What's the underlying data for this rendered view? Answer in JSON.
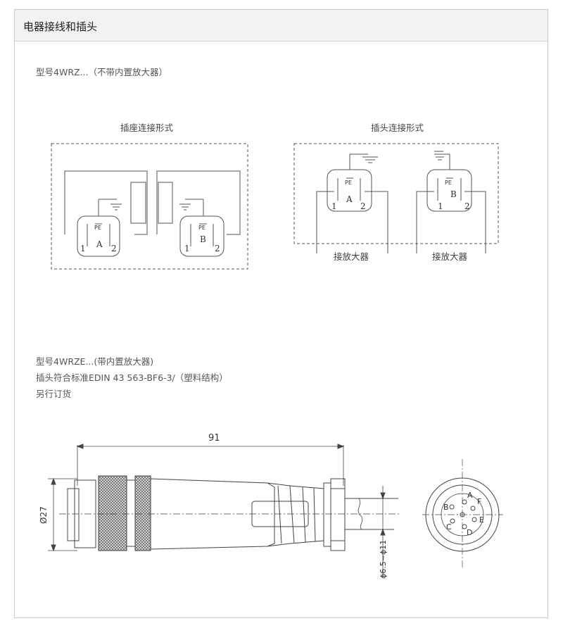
{
  "header": {
    "title": "电器接线和插头"
  },
  "section1": {
    "model_line": "型号4WRZ...（不带内置放大器）",
    "socket_title": "插座连接形式",
    "plug_title": "插头连接形式",
    "pe_label": "PE",
    "coil_a": "A",
    "coil_b": "B",
    "pin_1": "1",
    "pin_2": "2",
    "amplifier_label": "接放大器"
  },
  "section2": {
    "model_line": "型号4WRZE...(带内置放大器)",
    "standard_line": "插头符合标准EDIN 43 563-BF6-3/（塑料结构）",
    "order_line": "另行订货"
  },
  "drawing": {
    "length": "91",
    "diameter": "Ø27",
    "cable_range": "ϕ6.5~ϕ11",
    "pins": [
      "A",
      "B",
      "C",
      "D",
      "E",
      "F"
    ]
  }
}
